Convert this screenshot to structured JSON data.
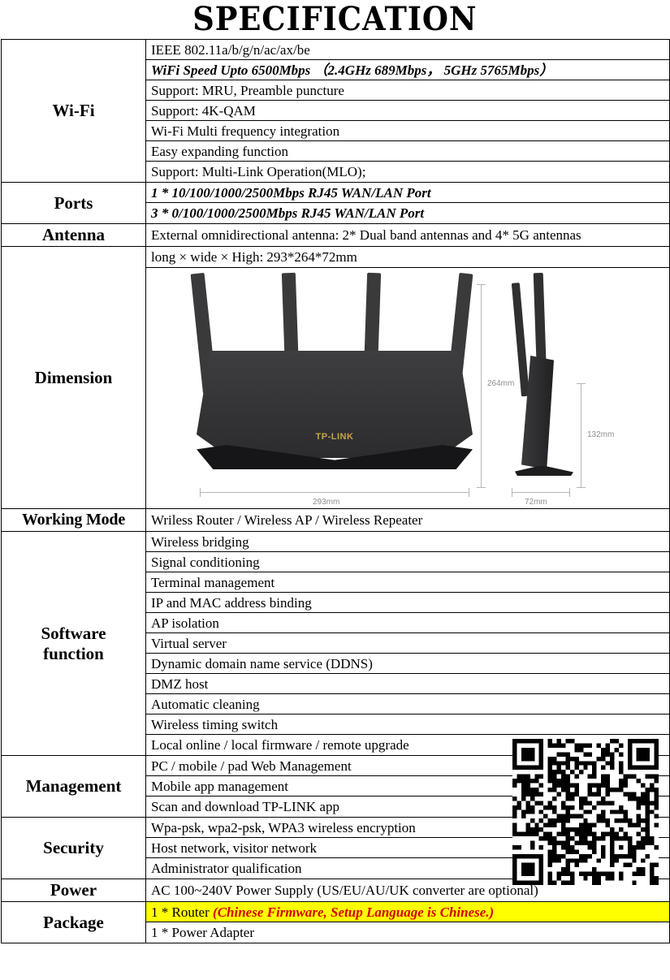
{
  "page": {
    "title": "SPECIFICATION",
    "accent_highlight": "#ffff00",
    "accent_red": "#d40000",
    "brand": "TP-LINK"
  },
  "rows": {
    "wifi": {
      "label": "Wi-Fi",
      "items": [
        "IEEE 802.11a/b/g/n/ac/ax/be",
        "WiFi Speed Upto 6500Mbps （2.4GHz 689Mbps， 5GHz 5765Mbps）",
        "Support: MRU, Preamble puncture",
        "Support: 4K-QAM",
        "Wi-Fi Multi frequency integration",
        "Easy expanding function",
        "Support: Multi-Link Operation(MLO);"
      ]
    },
    "ports": {
      "label": "Ports",
      "items": [
        "1 * 10/100/1000/2500Mbps RJ45 WAN/LAN Port",
        "3 * 0/100/1000/2500Mbps RJ45 WAN/LAN Port"
      ]
    },
    "antenna": {
      "label": "Antenna",
      "items": [
        "External omnidirectional antenna: 2* Dual band antennas and 4* 5G antennas"
      ]
    },
    "dimension": {
      "label": "Dimension",
      "header": "long × wide × High:  293*264*72mm",
      "measurements": {
        "front_width": "293mm",
        "front_height": "264mm",
        "side_width": "72mm",
        "side_height": "132mm"
      },
      "logo": "TP-LINK"
    },
    "working_mode": {
      "label": "Working Mode",
      "items": [
        "Wriless Router / Wireless AP / Wireless Repeater"
      ]
    },
    "software": {
      "label_line1": "Software",
      "label_line2": "function",
      "items": [
        "Wireless bridging",
        "Signal conditioning",
        "Terminal management",
        "IP and MAC address binding",
        "AP isolation",
        "Virtual server",
        "Dynamic domain name service (DDNS)",
        "DMZ host",
        "Automatic cleaning",
        "Wireless timing switch",
        "Local online / local firmware / remote upgrade"
      ]
    },
    "management": {
      "label": "Management",
      "items": [
        "PC / mobile / pad Web Management",
        "Mobile app management",
        "Scan and download TP-LINK app"
      ]
    },
    "security": {
      "label": "Security",
      "items": [
        "Wpa-psk, wpa2-psk, WPA3 wireless encryption",
        "Host network, visitor network",
        "Administrator qualification"
      ]
    },
    "power": {
      "label": "Power",
      "items": [
        "AC 100~240V Power Supply (US/EU/AU/UK converter are optional)"
      ]
    },
    "package": {
      "label": "Package",
      "item_router_prefix": "1 * Router  ",
      "item_router_note": "(Chinese Firmware, Setup Language is Chinese.)",
      "item_adapter": "1 * Power Adapter"
    }
  },
  "qr": {
    "name": "qr-code",
    "modules": 33
  }
}
